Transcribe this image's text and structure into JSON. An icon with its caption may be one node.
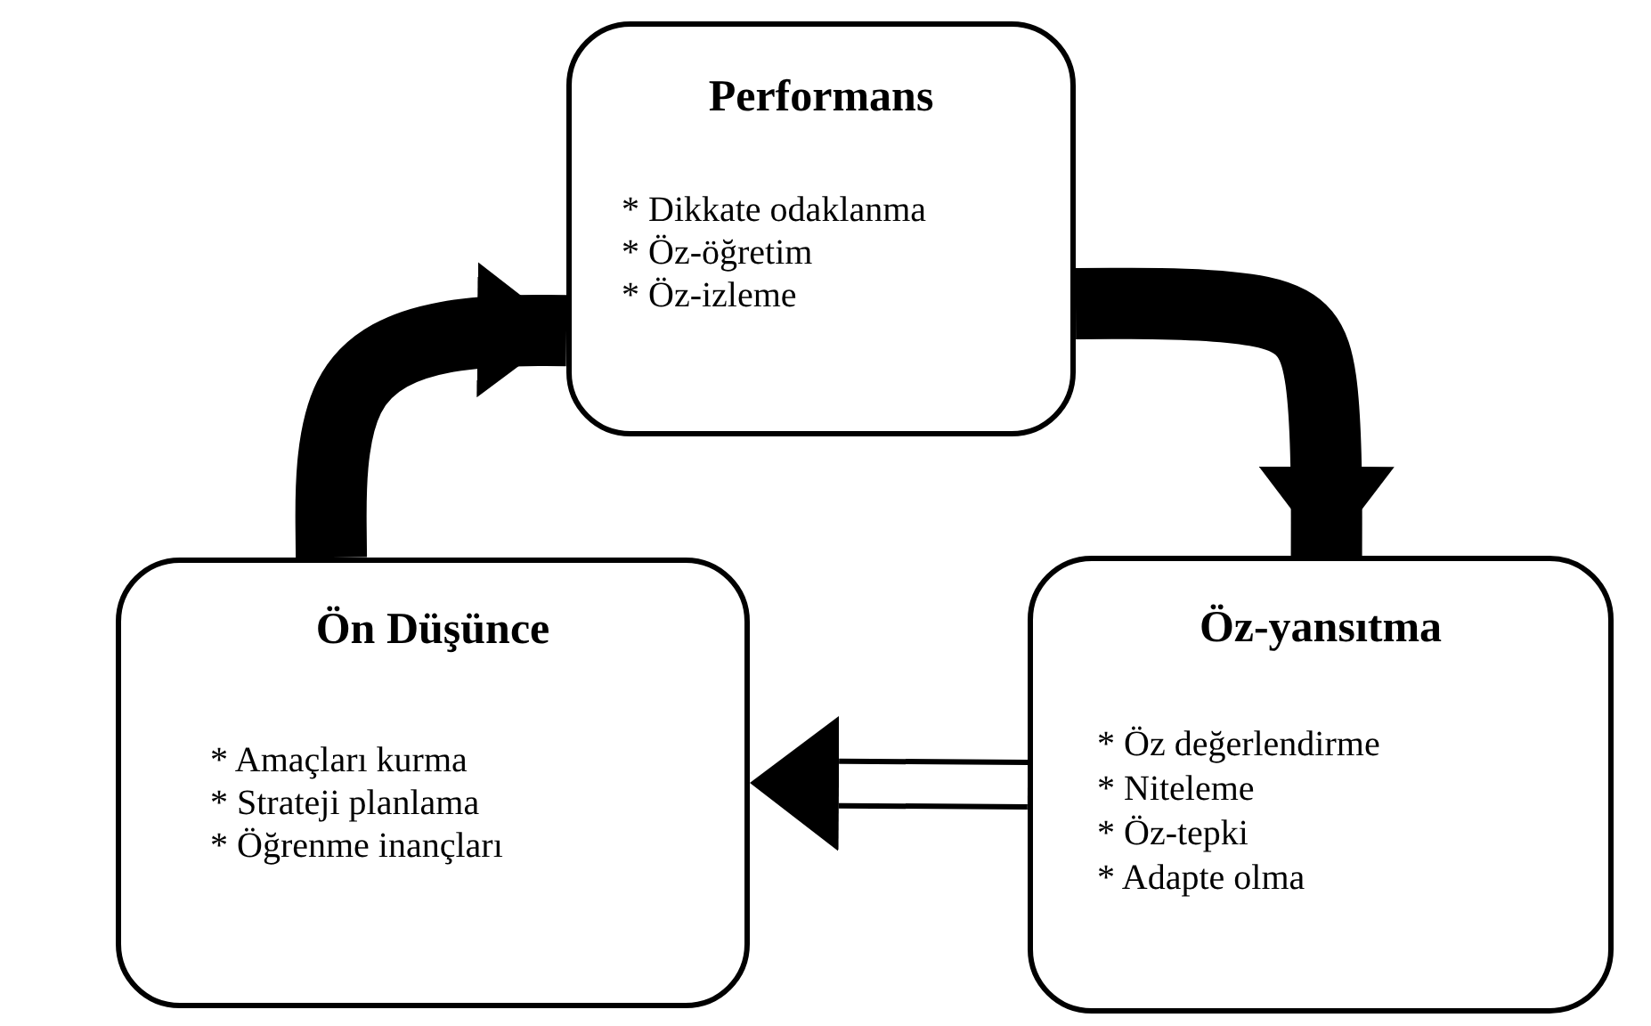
{
  "diagram": {
    "nodes": [
      {
        "text": [
          "Performans",
          "* Dikkate odaklanma",
          "* Öz-öğretim",
          "* Öz-izleme"
        ]
      },
      {
        "text": [
          "Ön Düşünce",
          "* Amaçları kurma",
          "* Strateji planlama",
          "* Öğrenme inançları"
        ]
      },
      {
        "text": [
          "Öz-yansıtma",
          "* Öz değerlendirme",
          "* Niteleme",
          "* Öz-tepki",
          "* Adapte olma"
        ]
      }
    ],
    "edges": [
      {
        "from": 1,
        "to": 0,
        "arrow": "to"
      },
      {
        "from": 0,
        "to": 2,
        "arrow": "to"
      },
      {
        "from": 2,
        "to": 1,
        "arrow": "to",
        "color": "#ffffff"
      }
    ]
  }
}
